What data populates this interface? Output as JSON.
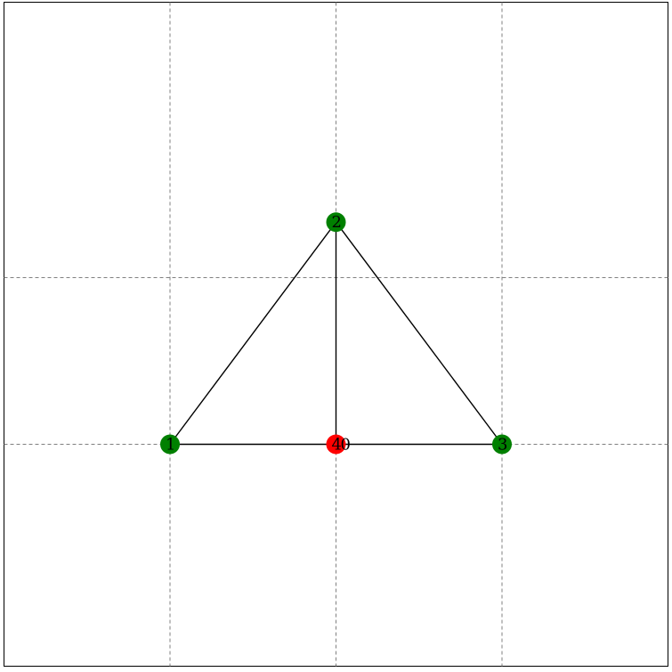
{
  "diagram": {
    "colors": {
      "background": "#ffffff",
      "grid": "#808080",
      "edge": "#000000",
      "node_default": "#008000",
      "node_highlight": "#ff0000"
    },
    "grid": {
      "x_values": [
        -1,
        0,
        1
      ],
      "y_values": [
        0,
        1
      ]
    },
    "nodes": [
      {
        "id": "1",
        "label": "1",
        "x": -1,
        "y": 0,
        "color": "#008000"
      },
      {
        "id": "2",
        "label": "2",
        "x": 0,
        "y": 1.333,
        "color": "#008000"
      },
      {
        "id": "3",
        "label": "3",
        "x": 1,
        "y": 0,
        "color": "#008000"
      },
      {
        "id": "4",
        "label": "4",
        "x": 0,
        "y": 0,
        "color": "#ff0000"
      }
    ],
    "extra_labels": [
      {
        "text": "0",
        "attach_to": "4"
      }
    ],
    "edges": [
      {
        "from": "1",
        "to": "2"
      },
      {
        "from": "2",
        "to": "3"
      },
      {
        "from": "1",
        "to": "3"
      },
      {
        "from": "2",
        "to": "4"
      }
    ]
  }
}
